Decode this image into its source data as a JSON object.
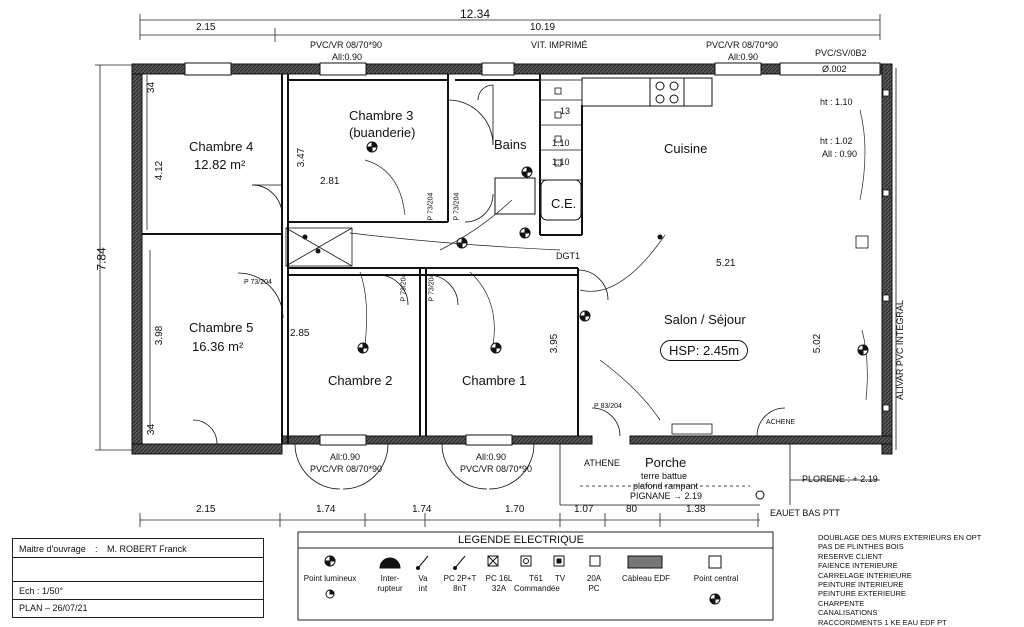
{
  "dims": {
    "total_width": "12.34",
    "left_width": "2.15",
    "right_width": "10.19",
    "height": "7.84",
    "bottom_left": "2.15",
    "bottom_c2": "1.74",
    "bottom_c1": "1.74",
    "bottom_170": "1.70",
    "bottom_107": "1.07",
    "bottom_80": "80",
    "bottom_138": "1.38",
    "ch4_top": "34",
    "ch4_h": "4.12",
    "ch5_h": "3.98",
    "ch5_bot": "34",
    "ch3_h": "3.47",
    "corridor_w": "2.81",
    "ch2_h": "2.85",
    "ch1_h": "3.95",
    "salon_w": "5.21",
    "salon_h": "5.02",
    "bath_13": "13",
    "bath_110a": "1.10",
    "bath_110b": "1.10",
    "ht110": "ht : 1.10",
    "ht102": "ht : 1.02",
    "all090": "All : 0.90"
  },
  "windows": {
    "top_left": "PVC/VR 08/70*90",
    "top_left_all": "All:0.90",
    "top_center": "VIT. IMPRIMÉ",
    "top_right": "PVC/VR 08/70*90",
    "top_right_all": "All:0.90",
    "pvc_sv": "PVC/SV/0B2",
    "diam": "Ø.002",
    "bot_left_all": "All:0.90",
    "bot_left": "PVC/VR 08/70*90",
    "bot_right_all": "All:0.90",
    "bot_right": "PVC/VR 08/70*90"
  },
  "rooms": {
    "ch4": "Chambre 4",
    "ch4_area": "12.82 m²",
    "ch5": "Chambre 5",
    "ch5_area": "16.36 m²",
    "ch3": "Chambre 3",
    "ch3_sub": "(buanderie)",
    "bains": "Bains",
    "cuisine": "Cuisine",
    "ce": "C.E.",
    "ch2": "Chambre 2",
    "ch1": "Chambre 1",
    "salon": "Salon / Séjour",
    "hsp": "HSP: 2.45m",
    "porche": "Porche",
    "porche_l1": "terre battue",
    "porche_l2": "plafond rampant",
    "pignane": "PIGNANE → 2.19",
    "athene": "ATHENE",
    "achene": "ACHENE",
    "plorene": "PLORENE : + 2.19",
    "eauet": "EAUET BAS PTT",
    "alivar": "ALIVAR PVC INTEGRAL",
    "dg": "DGT1"
  },
  "doors": [
    "P 73/204",
    "P 73/204",
    "P 73/204",
    "P 73/204",
    "P 73/204",
    "P 83/204"
  ],
  "title_block": {
    "owner_label": "Maitre d'ouvrage",
    "owner_sep": ":",
    "owner": "M. ROBERT Franck",
    "scale": "Ech : 1/50°",
    "plan": "PLAN – 26/07/21"
  },
  "legend": {
    "title": "LEGENDE ELECTRIQUE",
    "items": [
      {
        "label": "Point lumineux",
        "icon": "point-lumineux-icon"
      },
      {
        "label": "Inter-\nrupteur",
        "icon": "interrupteur-icon"
      },
      {
        "label": "Va\nint",
        "icon": "va-et-vient-icon"
      },
      {
        "label": "PC 2P+T\n8nT",
        "icon": "prise-icon"
      },
      {
        "label": "PC 16L\n32A",
        "icon": "prise-32a-icon"
      },
      {
        "label": "T61\nCommandée",
        "icon": "prise-commandee-icon"
      },
      {
        "label": "TV",
        "icon": "tv-icon"
      },
      {
        "label": "20A\nPC",
        "icon": "prise-20a-icon"
      },
      {
        "label": "Cäbleau EDF",
        "icon": "tableau-edf-icon"
      },
      {
        "label": "Point central",
        "icon": "point-central-icon"
      }
    ]
  },
  "notes": [
    "DOUBLAGE DES MURS EXTERIEURS EN OPT",
    "PAS DE PLINTHES BOIS",
    "RESERVE CLIENT",
    "FAIENCE INTERIEURE",
    "CARRELAGE INTERIEURE",
    "PEINTURE INTERIEURE",
    "PEINTURE EXTERIEURE",
    "CHARPENTE",
    "CANALISATIONS",
    "RACCORDMENTS 1 KE EAU EDF PT"
  ]
}
